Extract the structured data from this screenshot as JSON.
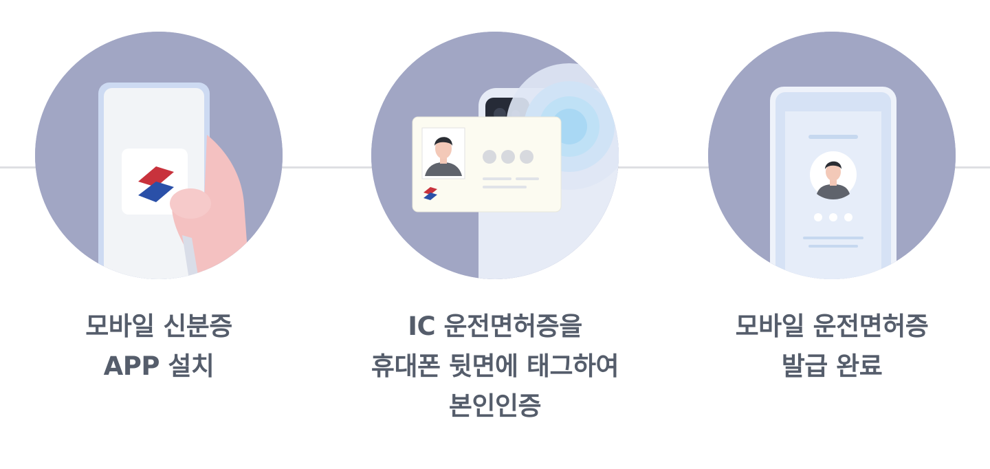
{
  "steps": [
    {
      "id": "install-app",
      "icon": "phone-app-install-icon",
      "caption_lines": [
        "모바일 신분증",
        "APP 설치"
      ]
    },
    {
      "id": "tag-license",
      "icon": "nfc-license-tag-icon",
      "caption_lines": [
        "IC 운전면허증을",
        "휴대폰 뒷면에 태그하여",
        "본인인증"
      ]
    },
    {
      "id": "issue-complete",
      "icon": "mobile-license-issued-icon",
      "caption_lines": [
        "모바일 운전면허증",
        "발급 완료"
      ]
    }
  ],
  "colors": {
    "circle_bg": "#a1a6c4",
    "caption_text": "#555d6b",
    "connector": "#dedfe3",
    "logo_red": "#c8323c",
    "logo_blue": "#2a50a8"
  }
}
